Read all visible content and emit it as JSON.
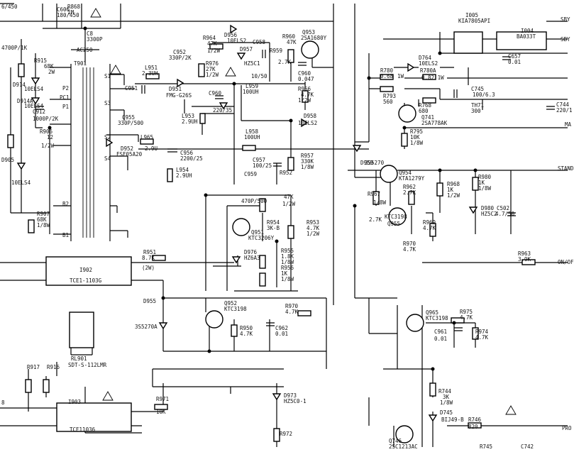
{
  "labels": [
    {
      "id": "r868",
      "t": "R868"
    },
    {
      "id": "r868v",
      "t": "1M"
    },
    {
      "id": "c606",
      "t": "C606"
    },
    {
      "id": "c606v",
      "t": "180/450"
    },
    {
      "id": "d450",
      "t": "6/450"
    },
    {
      "id": "c8",
      "t": "C8"
    },
    {
      "id": "c3v",
      "t": "3300P"
    },
    {
      "id": "ac250",
      "t": "AC250"
    },
    {
      "id": "r915",
      "t": "R915"
    },
    {
      "id": "r915v",
      "t": "68K"
    },
    {
      "id": "r915p",
      "t": "2W"
    },
    {
      "id": "c4700",
      "t": "4700P/1K"
    },
    {
      "id": "d914",
      "t": "D914"
    },
    {
      "id": "d914v",
      "t": "10ELS4"
    },
    {
      "id": "d914a",
      "t": "D914A"
    },
    {
      "id": "d914av",
      "t": "10ELS4"
    },
    {
      "id": "c912",
      "t": "C912"
    },
    {
      "id": "c912v",
      "t": "1000P/2K"
    },
    {
      "id": "r906",
      "t": "R906"
    },
    {
      "id": "r906v",
      "t": "12"
    },
    {
      "id": "r906p",
      "t": "1/2W"
    },
    {
      "id": "t901",
      "t": "T901"
    },
    {
      "id": "p2",
      "t": "P2"
    },
    {
      "id": "pc1",
      "t": "PC1"
    },
    {
      "id": "p1",
      "t": "P1"
    },
    {
      "id": "s1",
      "t": "S1"
    },
    {
      "id": "s3",
      "t": "S3"
    },
    {
      "id": "s2",
      "t": "S2"
    },
    {
      "id": "s4",
      "t": "S4"
    },
    {
      "id": "b2",
      "t": "B2"
    },
    {
      "id": "b1",
      "t": "B1"
    },
    {
      "id": "d905",
      "t": "D905"
    },
    {
      "id": "d905v",
      "t": "10ELS4"
    },
    {
      "id": "r907",
      "t": "R907"
    },
    {
      "id": "r907v",
      "t": "68K"
    },
    {
      "id": "r907p",
      "t": "1/8W"
    },
    {
      "id": "l951",
      "t": "L951"
    },
    {
      "id": "l951v",
      "t": "2.3UH"
    },
    {
      "id": "c951",
      "t": "C951"
    },
    {
      "id": "c952",
      "t": "C952"
    },
    {
      "id": "c952v",
      "t": "330P/2K"
    },
    {
      "id": "d951",
      "t": "D951"
    },
    {
      "id": "d951v",
      "t": "FMG-G26S"
    },
    {
      "id": "c955",
      "t": "C955"
    },
    {
      "id": "c955v",
      "t": "330P/500"
    },
    {
      "id": "d952",
      "t": "D952"
    },
    {
      "id": "d952v",
      "t": "FSF05A20"
    },
    {
      "id": "l965",
      "t": "L965"
    },
    {
      "id": "l965v",
      "t": "2.9U"
    },
    {
      "id": "c956",
      "t": "C956"
    },
    {
      "id": "c956v",
      "t": "2200/25"
    },
    {
      "id": "l954",
      "t": "L954"
    },
    {
      "id": "l954v",
      "t": "2.9UH"
    },
    {
      "id": "l953",
      "t": "L953"
    },
    {
      "id": "l953v",
      "t": "2.9UH"
    },
    {
      "id": "r964",
      "t": "R964"
    },
    {
      "id": "r964v",
      "t": "47K"
    },
    {
      "id": "r964p",
      "t": "1/2W"
    },
    {
      "id": "d956",
      "t": "D956"
    },
    {
      "id": "d956v",
      "t": "10ELS2"
    },
    {
      "id": "d957",
      "t": "D957"
    },
    {
      "id": "d957v",
      "t": "HZ5C1"
    },
    {
      "id": "c958",
      "t": "C958"
    },
    {
      "id": "c959v",
      "t": "10/50"
    },
    {
      "id": "r976",
      "t": "R976"
    },
    {
      "id": "r976v",
      "t": "27K"
    },
    {
      "id": "r976p",
      "t": "1/2W"
    },
    {
      "id": "c960",
      "t": "C960"
    },
    {
      "id": "c960v",
      "t": "220/35"
    },
    {
      "id": "l959",
      "t": "L959"
    },
    {
      "id": "l959v",
      "t": "100UH"
    },
    {
      "id": "d958",
      "t": "D958"
    },
    {
      "id": "d958v",
      "t": "10ELS2"
    },
    {
      "id": "l958",
      "t": "L958"
    },
    {
      "id": "l958v",
      "t": "100UH"
    },
    {
      "id": "c957",
      "t": "C957"
    },
    {
      "id": "c957v",
      "t": "100/25"
    },
    {
      "id": "r957",
      "t": "R957"
    },
    {
      "id": "r957v",
      "t": "330K"
    },
    {
      "id": "r957p",
      "t": "1/8W"
    },
    {
      "id": "r960",
      "t": "R960"
    },
    {
      "id": "r960v",
      "t": "47K"
    },
    {
      "id": "q953",
      "t": "Q953"
    },
    {
      "id": "q953v",
      "t": "2SA1680Y"
    },
    {
      "id": "r959",
      "t": "R959"
    },
    {
      "id": "r959v",
      "t": "2.7K"
    },
    {
      "id": "c960b",
      "t": "C960"
    },
    {
      "id": "c960bv",
      "t": "0.047"
    },
    {
      "id": "r966",
      "t": "R966"
    },
    {
      "id": "r966v",
      "t": "4.7K"
    },
    {
      "id": "r966p",
      "t": "1/2W"
    },
    {
      "id": "d959",
      "t": "D959"
    },
    {
      "id": "d959v",
      "t": "3S5270"
    },
    {
      "id": "c959",
      "t": "C959"
    },
    {
      "id": "c959b",
      "t": "470P/500"
    },
    {
      "id": "r952",
      "t": "R952"
    },
    {
      "id": "r952v",
      "t": "47K"
    },
    {
      "id": "r952p",
      "t": "1/2W"
    },
    {
      "id": "r954",
      "t": "R954"
    },
    {
      "id": "r954v",
      "t": "3K-B"
    },
    {
      "id": "q951",
      "t": "Q951"
    },
    {
      "id": "q951v",
      "t": "KTC3206Y"
    },
    {
      "id": "r953",
      "t": "R953"
    },
    {
      "id": "r953v",
      "t": "4.7K"
    },
    {
      "id": "r953p",
      "t": "1/2W"
    },
    {
      "id": "d976",
      "t": "D976"
    },
    {
      "id": "d976v",
      "t": "HZ6A3"
    },
    {
      "id": "r955",
      "t": "R955"
    },
    {
      "id": "r955v",
      "t": "1.8K"
    },
    {
      "id": "r955p",
      "t": "1/8W"
    },
    {
      "id": "r956",
      "t": "R956"
    },
    {
      "id": "r956v",
      "t": "1K"
    },
    {
      "id": "r956p",
      "t": "1/8W"
    },
    {
      "id": "i902",
      "t": "I902"
    },
    {
      "id": "i902v",
      "t": "TCE1-1103G"
    },
    {
      "id": "r951",
      "t": "R951"
    },
    {
      "id": "r951v",
      "t": "8.7K"
    },
    {
      "id": "r951p",
      "t": "(2W)"
    },
    {
      "id": "d955",
      "t": "D955"
    },
    {
      "id": "d955v",
      "t": "3S5270A"
    },
    {
      "id": "rl901",
      "t": "RL901"
    },
    {
      "id": "rl901v",
      "t": "SDT-S-112LMR"
    },
    {
      "id": "q952",
      "t": "Q952"
    },
    {
      "id": "q952v",
      "t": "KTC3198"
    },
    {
      "id": "r970",
      "t": "R970"
    },
    {
      "id": "r970v",
      "t": "4.7K"
    },
    {
      "id": "r950",
      "t": "R950"
    },
    {
      "id": "r950v",
      "t": "4.7K"
    },
    {
      "id": "c962",
      "t": "C962"
    },
    {
      "id": "c962v",
      "t": "0.01"
    },
    {
      "id": "i903",
      "t": "I903"
    },
    {
      "id": "i903v",
      "t": "TCE11036"
    },
    {
      "id": "r971",
      "t": "R971"
    },
    {
      "id": "r971v",
      "t": "10K"
    },
    {
      "id": "d973",
      "t": "D973"
    },
    {
      "id": "d973v",
      "t": "HZ5C0-1"
    },
    {
      "id": "r972",
      "t": "R972"
    },
    {
      "id": "i005",
      "t": "I005"
    },
    {
      "id": "i005v",
      "t": "KIA7805API"
    },
    {
      "id": "i004",
      "t": "I004"
    },
    {
      "id": "i004v",
      "t": "BA033T"
    },
    {
      "id": "c657",
      "t": "C657"
    },
    {
      "id": "c657v",
      "t": "0.01"
    },
    {
      "id": "sbv",
      "t": "SBY"
    },
    {
      "id": "sbv2",
      "t": "SBY"
    },
    {
      "id": "d764",
      "t": "D764"
    },
    {
      "id": "d764v",
      "t": "10ELS2"
    },
    {
      "id": "r780",
      "t": "R780"
    },
    {
      "id": "r780v",
      "t": "0.68"
    },
    {
      "id": "r780p",
      "t": "1W"
    },
    {
      "id": "r780a",
      "t": "R780A"
    },
    {
      "id": "r780av",
      "t": "0.82 1W"
    },
    {
      "id": "r793",
      "t": "R793"
    },
    {
      "id": "r793v",
      "t": "560"
    },
    {
      "id": "c745",
      "t": "C745"
    },
    {
      "id": "c745v",
      "t": "100/6.3"
    },
    {
      "id": "r768",
      "t": "R768"
    },
    {
      "id": "r768v",
      "t": "680"
    },
    {
      "id": "th1",
      "t": "TH71"
    },
    {
      "id": "th1v",
      "t": "300"
    },
    {
      "id": "c744",
      "t": "C744"
    },
    {
      "id": "c744v",
      "t": "220/1"
    },
    {
      "id": "q741",
      "t": "Q741"
    },
    {
      "id": "q741v",
      "t": "2SA778AK"
    },
    {
      "id": "r795",
      "t": "R795"
    },
    {
      "id": "r795v",
      "t": "10K"
    },
    {
      "id": "r795p",
      "t": "1/8W"
    },
    {
      "id": "ma",
      "t": "MA"
    },
    {
      "id": "q954",
      "t": "Q954"
    },
    {
      "id": "q954v",
      "t": "KTA1279Y"
    },
    {
      "id": "stand",
      "t": "STAND"
    },
    {
      "id": "r967",
      "t": "R967"
    },
    {
      "id": "r967v",
      "t": "2.7K"
    },
    {
      "id": "r967p",
      "t": "1/8W"
    },
    {
      "id": "r962",
      "t": "R962"
    },
    {
      "id": "r962v",
      "t": "2.7K"
    },
    {
      "id": "r968",
      "t": "R968"
    },
    {
      "id": "r968v",
      "t": "1K"
    },
    {
      "id": "r968p",
      "t": "1/2W"
    },
    {
      "id": "r980",
      "t": "R980"
    },
    {
      "id": "r980v",
      "t": "1K"
    },
    {
      "id": "r980p",
      "t": "1/8W"
    },
    {
      "id": "d980",
      "t": "D980"
    },
    {
      "id": "d980v",
      "t": "HZ5C2"
    },
    {
      "id": "c502",
      "t": "C502"
    },
    {
      "id": "c502v",
      "t": "4.7/50"
    },
    {
      "id": "q955",
      "t": "Q955"
    },
    {
      "id": "q955v",
      "t": "KTC3198"
    },
    {
      "id": "r969",
      "t": "R969"
    },
    {
      "id": "r969v",
      "t": "4.7K"
    },
    {
      "id": "r970b",
      "t": "R970"
    },
    {
      "id": "r970bv",
      "t": "4.7K"
    },
    {
      "id": "r963",
      "t": "R963"
    },
    {
      "id": "r963v",
      "t": "3.9K"
    },
    {
      "id": "onoff",
      "t": "ON/OF"
    },
    {
      "id": "q965",
      "t": "Q965"
    },
    {
      "id": "q965v",
      "t": "KTC3198"
    },
    {
      "id": "r975",
      "t": "R975"
    },
    {
      "id": "r975v",
      "t": "4.7K"
    },
    {
      "id": "c961",
      "t": "C961"
    },
    {
      "id": "c961v",
      "t": "0.01"
    },
    {
      "id": "r974",
      "t": "R974"
    },
    {
      "id": "r974v",
      "t": "4.7K"
    },
    {
      "id": "r744",
      "t": "R744"
    },
    {
      "id": "r744v",
      "t": "3K"
    },
    {
      "id": "r744p",
      "t": "1/8W"
    },
    {
      "id": "d745",
      "t": "D745"
    },
    {
      "id": "d745v",
      "t": "BIJ49-B"
    },
    {
      "id": "r746",
      "t": "R746"
    },
    {
      "id": "r746v",
      "t": "820"
    },
    {
      "id": "q746",
      "t": "Q746"
    },
    {
      "id": "q746v",
      "t": "2SC1213AC"
    },
    {
      "id": "pro",
      "t": "PRO"
    },
    {
      "id": "r745",
      "t": "R745"
    },
    {
      "id": "c742",
      "t": "C742"
    },
    {
      "id": "r917",
      "t": "R917"
    },
    {
      "id": "r916",
      "t": "R916"
    },
    {
      "id": "p8",
      "t": "8"
    }
  ]
}
